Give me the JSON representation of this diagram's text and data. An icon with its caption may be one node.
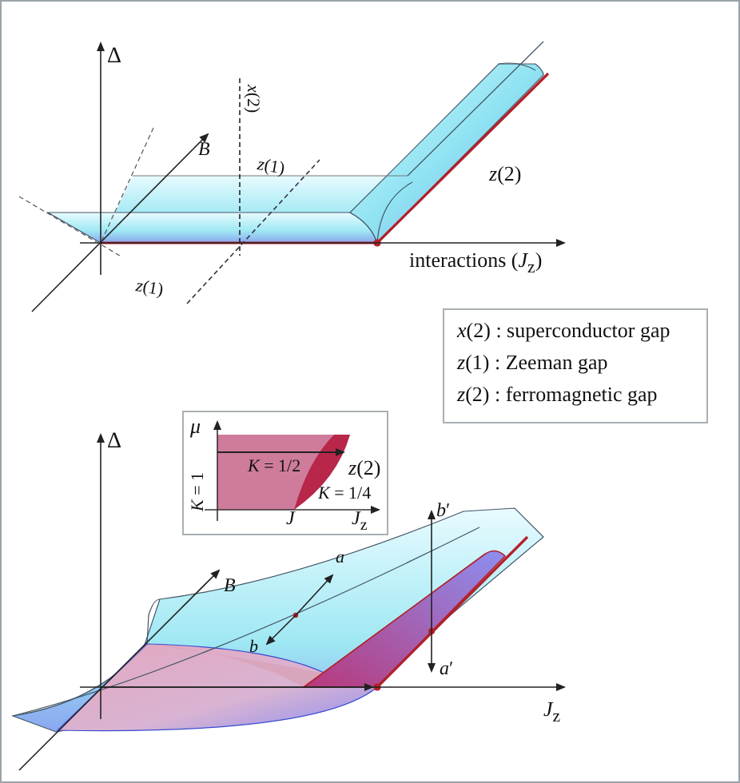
{
  "diagram": {
    "nodes": [
      {
        "text": [
          "*x*(2) : superconductor gap",
          "*z*(1) : Zeeman gap",
          "*z*(2) : ferromagnetic gap"
        ]
      },
      {
        "text": [
          "*μ*",
          "*K* = 1/2",
          "*z*(2)",
          "*K* = 1",
          "*J*",
          "*K* = 1/4",
          "*J*$_{z}$"
        ]
      }
    ],
    "labels": [
      "Δ",
      "*x*(2)",
      "*B*",
      "*z*(1)",
      "*z*(2)",
      "interactions (*J*$_{z}$)",
      "*z*(1)",
      "Δ",
      "*B*",
      "*a*",
      "*b*",
      "*b*′",
      "*a*′",
      "*J*$_{z}$"
    ]
  }
}
